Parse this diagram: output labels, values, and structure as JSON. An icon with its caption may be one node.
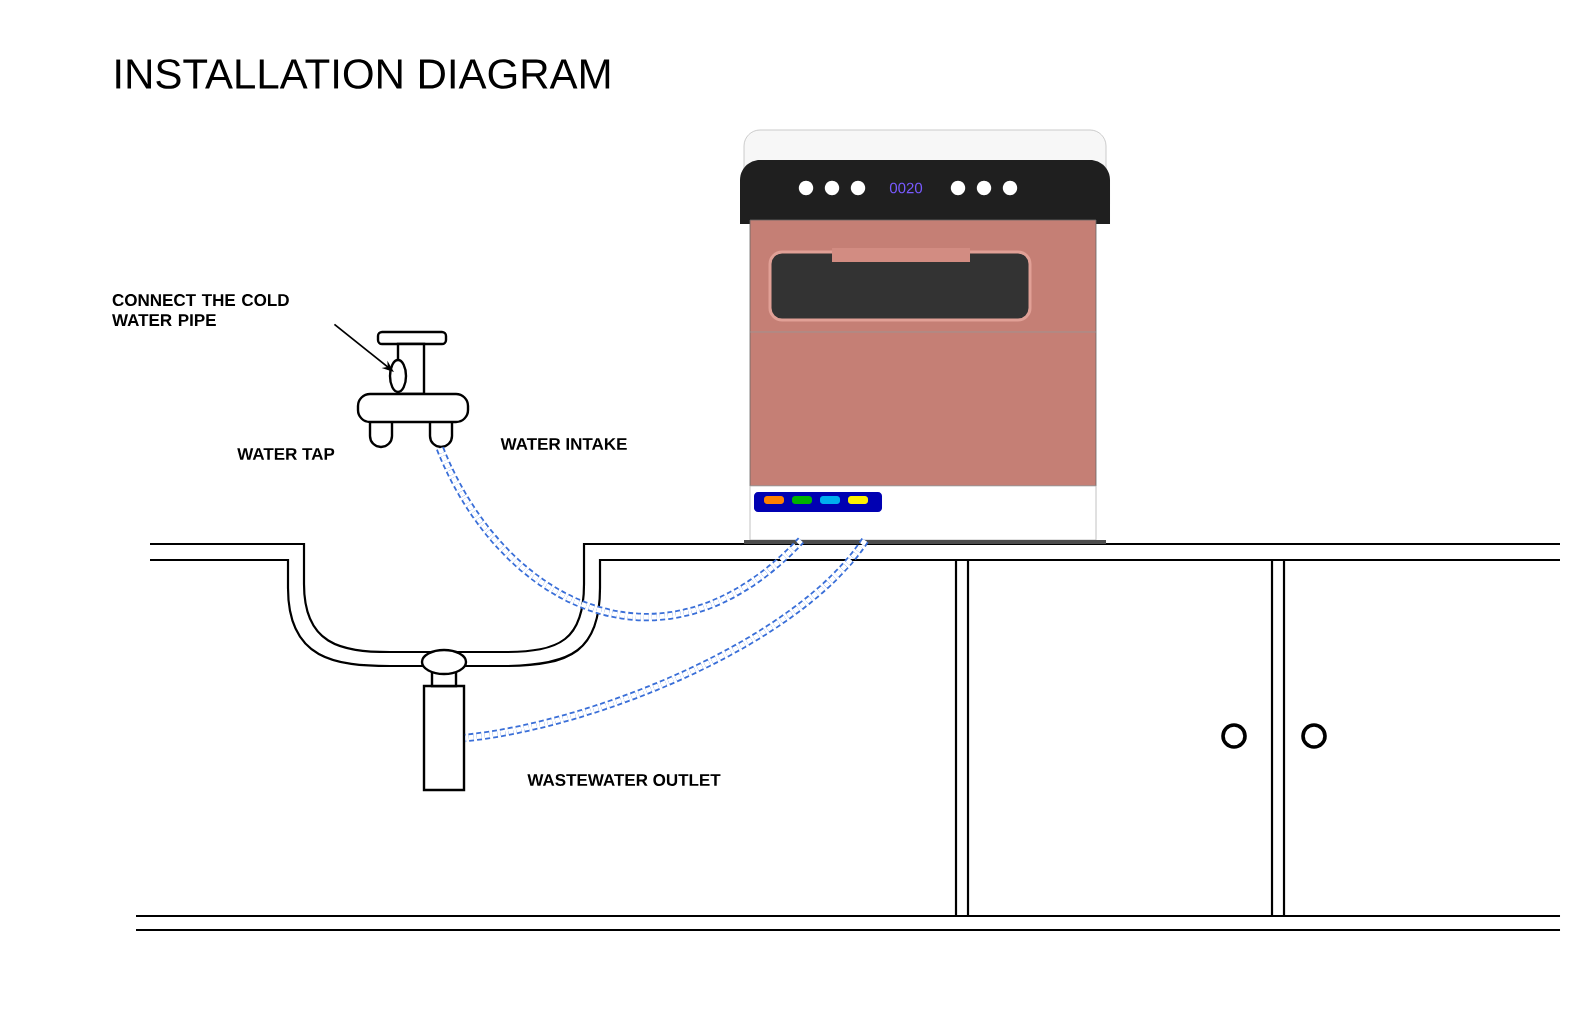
{
  "diagram": {
    "title": "INSTALLATION DIAGRAM",
    "nodes": [
      {
        "text": [
          "CONNECT THE COLD WATER PIPE"
        ]
      },
      {
        "text": [],
        "shape": "picture",
        "beside": [
          "WATER TAP"
        ]
      },
      {
        "text": [],
        "shape": "picture"
      },
      {
        "text": [],
        "shape": "box",
        "beside": [
          "WASTEWATER OUTLET"
        ]
      }
    ],
    "edges": [
      {
        "from": 1,
        "to": 2,
        "arrow": "none",
        "label": "WATER INTAKE",
        "style": "dashed",
        "color": "#3a6fd8"
      },
      {
        "from": 2,
        "to": 3,
        "arrow": "none",
        "style": "dashed",
        "color": "#3a6fd8"
      },
      {
        "from": 0,
        "to": 1,
        "arrow": "to",
        "color": "#000000"
      }
    ],
    "labels": [
      "0020"
    ]
  }
}
